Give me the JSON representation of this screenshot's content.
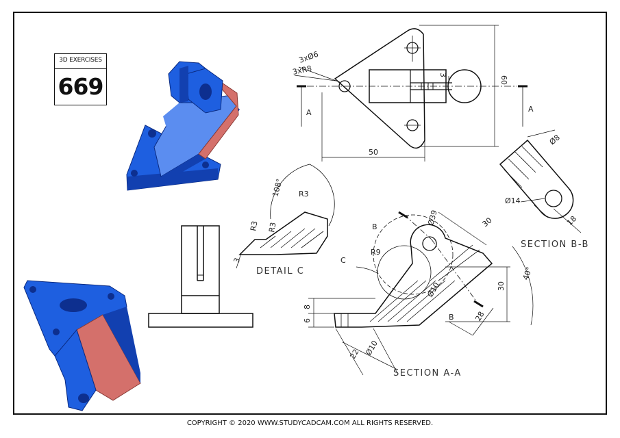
{
  "badge": {
    "title": "3D EXERCISES",
    "number": "669"
  },
  "footer": {
    "copyright": "COPYRIGHT © 2020 WWW.STUDYCADCAM.COM ALL RIGHTS RESERVED."
  },
  "labels": {
    "hole_callout": "3xØ6",
    "radius_callout": "3xR8",
    "section_a_left": "A",
    "section_a_right": "A",
    "dim_60": "60",
    "dim_50": "50",
    "dim_3_slot": "3",
    "dim_8_top": "Ø8",
    "dim_14": "Ø14",
    "dim_18": "18",
    "section_bb": "SECTION B-B",
    "detail_c": "DETAIL C",
    "dim_108": "108°",
    "dim_r3_top": "R3",
    "dim_r3_left": "R3",
    "dim_r3_mid": "R3",
    "dim_3_detail": "3",
    "section_b_top": "B",
    "section_b_bottom": "B",
    "dim_39": "Ø39",
    "dim_30_top": "30",
    "dim_r9": "R9",
    "label_c": "C",
    "dim_40deg": "40°",
    "dim_30_right": "30",
    "dim_10_inner": "Ø10",
    "dim_28": "28",
    "dim_8_left": "8",
    "dim_6_left": "6",
    "dim_10_bottom": "Ø10",
    "dim_22": "22",
    "section_aa": "SECTION A-A"
  },
  "colors": {
    "model_blue": "#1e5fe0",
    "model_blue_dark": "#1240b0",
    "model_blue_light": "#5b8df0",
    "cut_face": "#d4706b",
    "line": "#111111"
  }
}
